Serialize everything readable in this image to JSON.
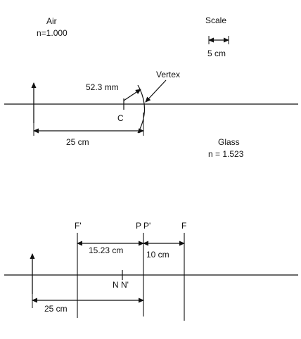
{
  "colors": {
    "ink": "#111111",
    "background": "#ffffff"
  },
  "top_panel": {
    "medium1_name": "Air",
    "medium1_index": "n=1.000",
    "scale_label": "Scale",
    "scale_value": "5 cm",
    "vertex_label": "Vertex",
    "radius_label": "52.3 mm",
    "center_label": "C",
    "object_distance": "25 cm",
    "medium2_name": "Glass",
    "medium2_index": "n = 1.523"
  },
  "bottom_panel": {
    "f_prime_label": "F'",
    "p_label": "P",
    "p_prime_label": "P'",
    "f_label": "F",
    "fp_distance": "15.23 cm",
    "focal_distance": "10 cm",
    "nodal_labels": "N N'",
    "object_distance": "25 cm"
  }
}
